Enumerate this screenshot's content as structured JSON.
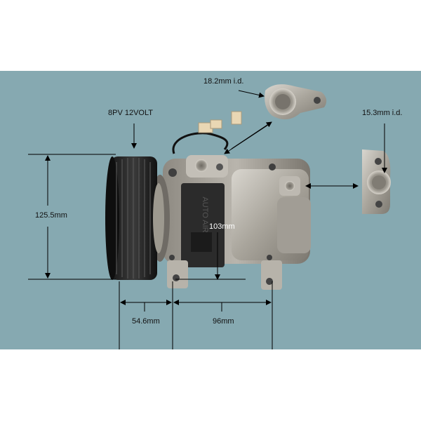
{
  "diagram": {
    "background_color": "#86a9b1",
    "labels": {
      "pulley_spec": "8PV 12VOLT",
      "port_large": "18.2mm i.d.",
      "port_small": "15.3mm i.d.",
      "height": "125.5mm",
      "body_length": "103mm",
      "pulley_offset": "54.6mm",
      "mount_spacing": "96mm"
    },
    "part_marking": "AUTO AIR"
  }
}
